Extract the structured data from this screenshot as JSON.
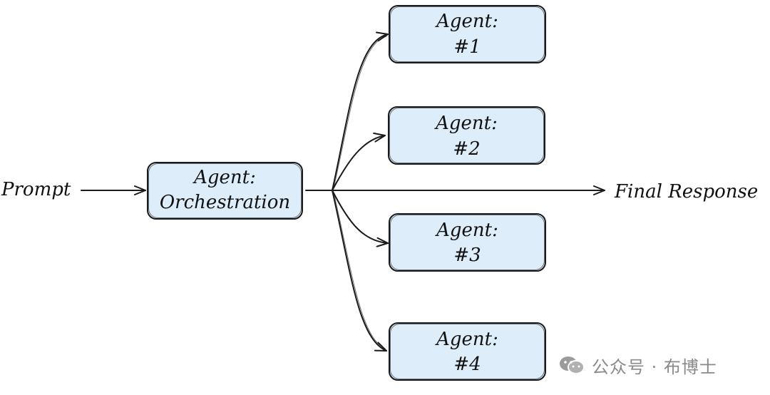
{
  "diagram": {
    "input_label": "Prompt",
    "output_label": "Final Response",
    "orchestrator": {
      "line1": "Agent:",
      "line2": "Orchestration"
    },
    "agents": [
      {
        "line1": "Agent:",
        "line2": "#1"
      },
      {
        "line1": "Agent:",
        "line2": "#2"
      },
      {
        "line1": "Agent:",
        "line2": "#3"
      },
      {
        "line1": "Agent:",
        "line2": "#4"
      }
    ],
    "box_fill": "#ddeefa",
    "stroke": "#1a1a1a"
  },
  "watermark": {
    "text": "公众号 · 布博士",
    "icon": "wechat-icon"
  }
}
